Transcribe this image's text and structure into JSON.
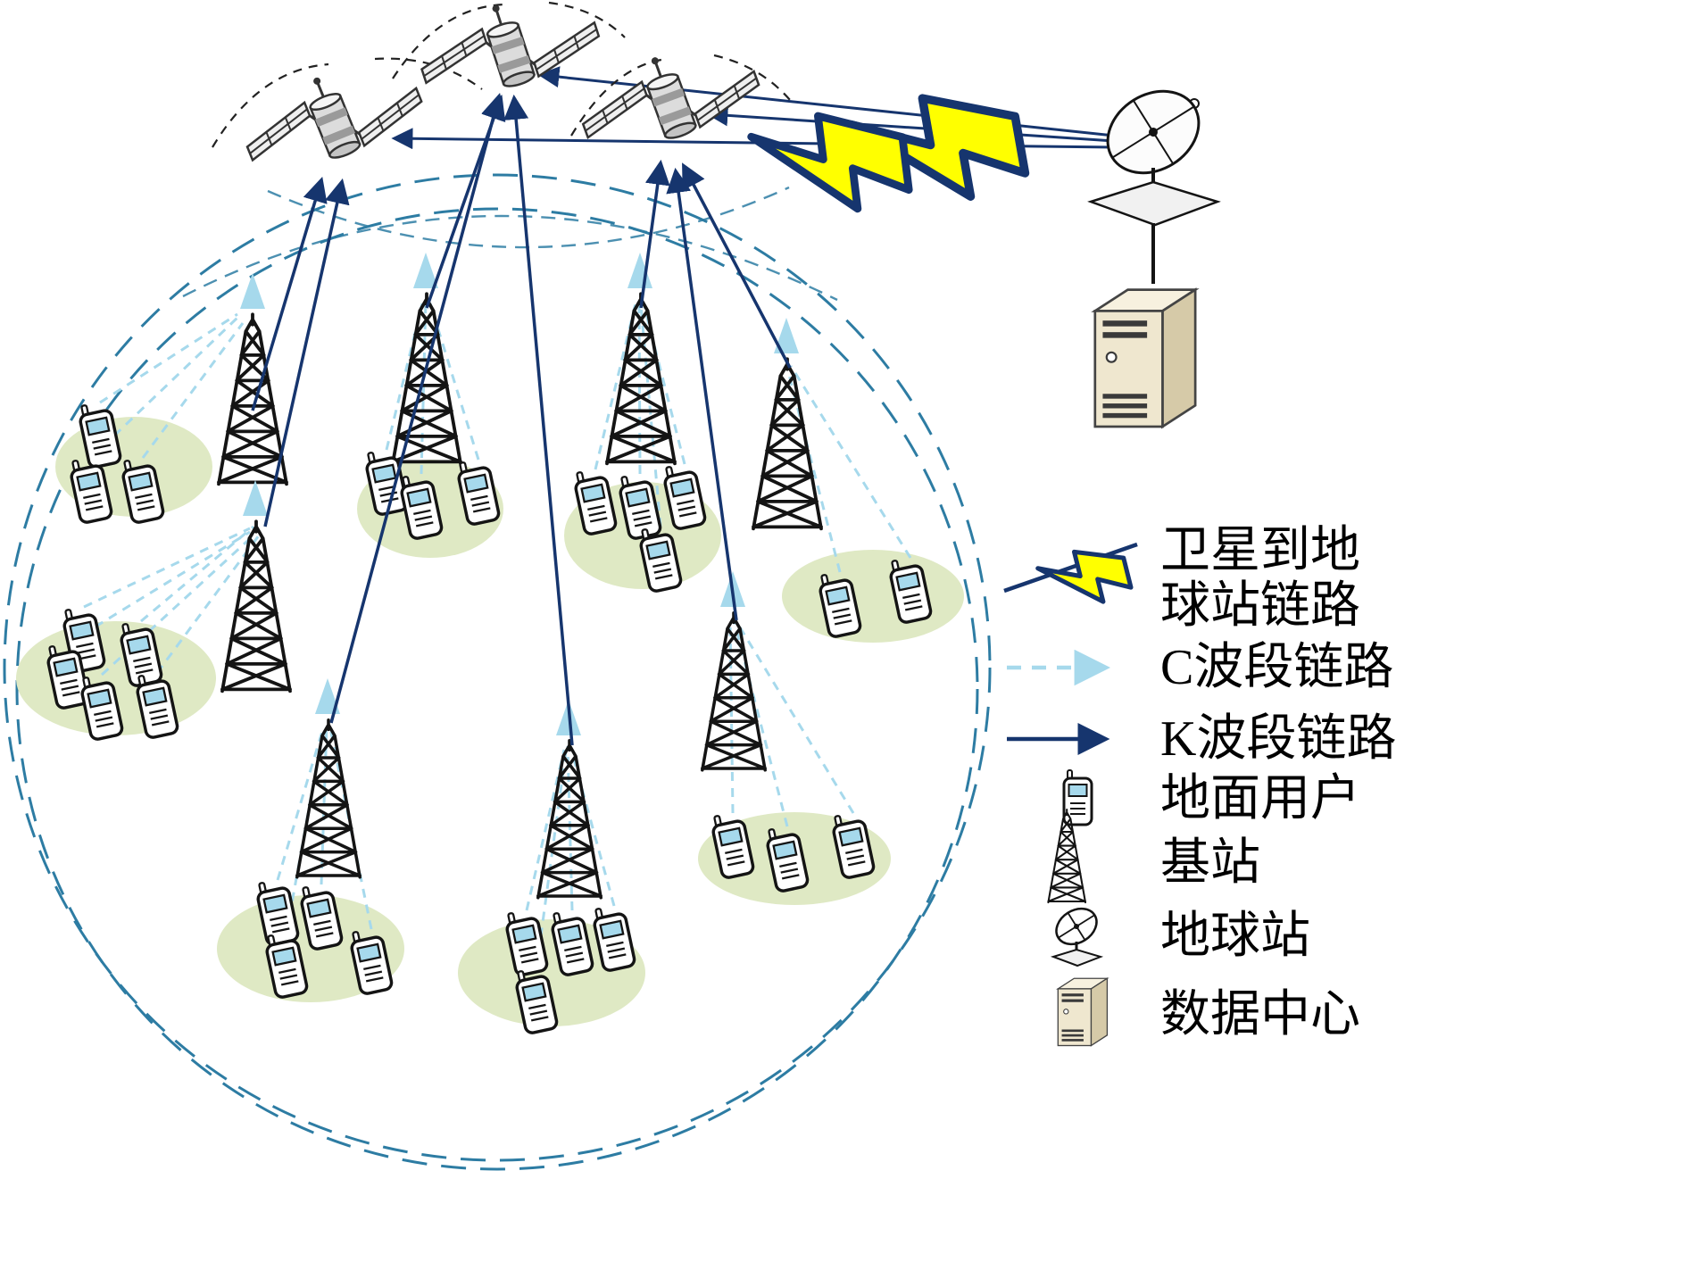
{
  "colors": {
    "navy": "#16356e",
    "c_band": "#a6d9ec",
    "circle": "#2d7ca3",
    "green": "#dfe9c4",
    "yellow": "#ffff00"
  },
  "legend": {
    "items": [
      {
        "icon": "satellite-earth-link-icon",
        "label_line1": "卫星到地",
        "label_line2": "球站链路"
      },
      {
        "icon": "c-band-arrow-icon",
        "label": "C波段链路"
      },
      {
        "icon": "k-band-arrow-icon",
        "label": "K波段链路"
      },
      {
        "icon": "ground-user-icon",
        "label": "地面用户"
      },
      {
        "icon": "base-station-icon",
        "label": "基站"
      },
      {
        "icon": "earth-station-icon",
        "label": "地球站"
      },
      {
        "icon": "data-center-icon",
        "label": "数据中心"
      }
    ]
  }
}
